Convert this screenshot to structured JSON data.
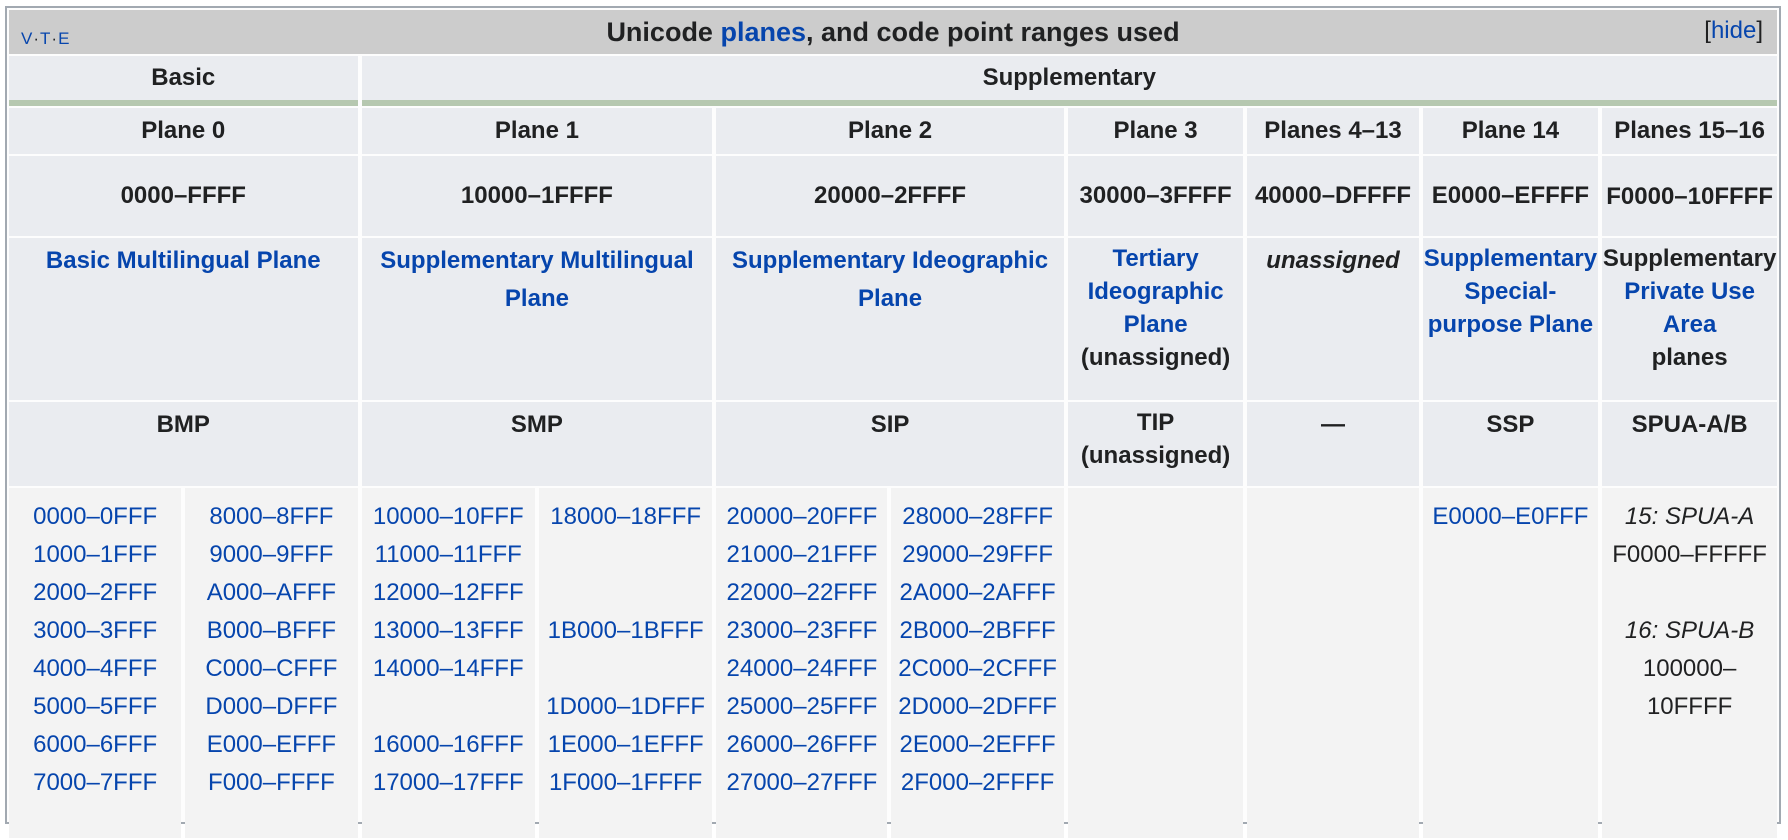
{
  "title": {
    "vte": [
      "V",
      "T",
      "E"
    ],
    "prefix": "Unicode ",
    "link": "planes",
    "suffix": ", and code point ranges used",
    "hide": "hide"
  },
  "groups": {
    "basic": "Basic",
    "supplementary": "Supplementary"
  },
  "planes": [
    {
      "label": "Plane 0",
      "range": "0000–FFFF",
      "name": "Basic Multilingual Plane",
      "abbr": "BMP"
    },
    {
      "label": "Plane 1",
      "range": "10000–1FFFF",
      "name": "Supplementary Multilingual Plane",
      "abbr": "SMP"
    },
    {
      "label": "Plane 2",
      "range": "20000–2FFFF",
      "name": "Supplementary Ideographic Plane",
      "abbr": "SIP"
    },
    {
      "label": "Plane 3",
      "range": "30000–3FFFF",
      "name": "Tertiary Ideographic Plane",
      "name_note": "(unassigned)",
      "abbr": "TIP",
      "abbr_note": "(unassigned)"
    },
    {
      "label": "Planes 4–13",
      "range": "40000–DFFFF",
      "name": "unassigned",
      "abbr": "—"
    },
    {
      "label": "Plane 14",
      "range": "E0000–EFFFF",
      "name": "Supplement­ary Special-purpose Plane",
      "abbr": "SSP"
    },
    {
      "label": "Planes 15–16",
      "range": "F0000–10FFFF",
      "name_prefix": "Supplement­ary ",
      "name": "Private Use Area",
      "name_suffix": "planes",
      "abbr": "SPUA-A/B"
    }
  ],
  "blocks": {
    "bmp_a": [
      "0000–0FFF",
      "1000–1FFF",
      "2000–2FFF",
      "3000–3FFF",
      "4000–4FFF",
      "5000–5FFF",
      "6000–6FFF",
      "7000–7FFF"
    ],
    "bmp_b": [
      "8000–8FFF",
      "9000–9FFF",
      "A000–AFFF",
      "B000–BFFF",
      "C000–CFFF",
      "D000–DFFF",
      "E000–EFFF",
      "F000–FFFF"
    ],
    "smp_a": [
      "10000–10FFF",
      "11000–11FFF",
      "12000–12FFF",
      "13000–13FFF",
      "14000–14FFF",
      "",
      "16000–16FFF",
      "17000–17FFF"
    ],
    "smp_b": [
      "18000–18FFF",
      "",
      "",
      "1B000–1BFFF",
      "",
      "1D000–1DFFF",
      "1E000–1EFFF",
      "1F000–1FFFF"
    ],
    "sip_a": [
      "20000–20FFF",
      "21000–21FFF",
      "22000–22FFF",
      "23000–23FFF",
      "24000–24FFF",
      "25000–25FFF",
      "26000–26FFF",
      "27000–27FFF"
    ],
    "sip_b": [
      "28000–28FFF",
      "29000–29FFF",
      "2A000–2AFFF",
      "2B000–2BFFF",
      "2C000–2CFFF",
      "2D000–2DFFF",
      "2E000–2EFFF",
      "2F000–2FFFF"
    ],
    "ssp": [
      "E0000–E0FFF"
    ],
    "spua": {
      "a_label": "15: SPUA-A",
      "a_range": "F0000–FFFFF",
      "b_label": "16: SPUA-B",
      "b_range_1": "100000–",
      "b_range_2": "10FFFF"
    }
  }
}
